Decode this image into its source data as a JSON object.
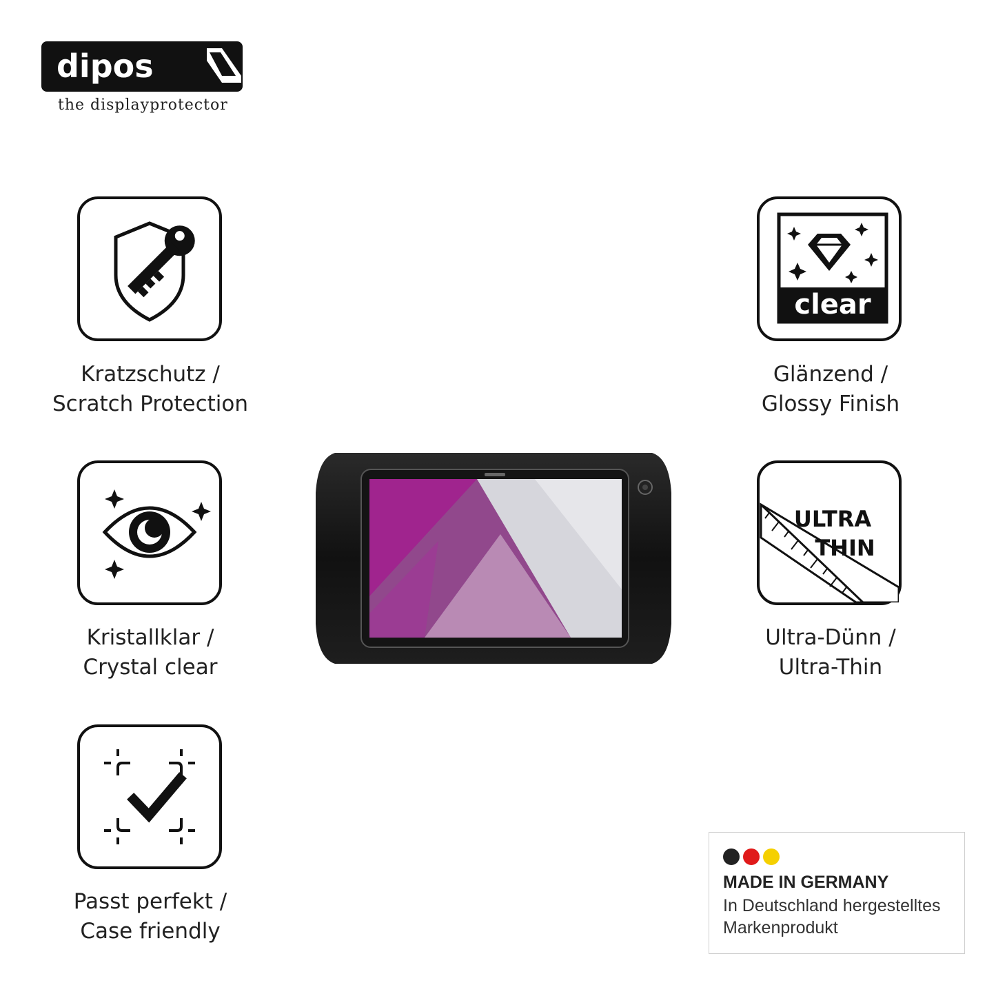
{
  "brand": {
    "name": "dipos",
    "tagline": "the displayprotector"
  },
  "features": [
    {
      "icon": "shield-key-icon",
      "line1": "Kratzschutz /",
      "line2": "Scratch Protection"
    },
    {
      "icon": "diamond-clear-icon",
      "icon_text": "clear",
      "line1": "Glänzend /",
      "line2": "Glossy Finish"
    },
    {
      "icon": "eye-sparkle-icon",
      "line1": "Kristallklar /",
      "line2": "Crystal clear"
    },
    {
      "icon": "ruler-ultra-thin-icon",
      "icon_text_1": "ULTRA",
      "icon_text_2": "THIN",
      "line1": "Ultra-Dünn /",
      "line2": "Ultra-Thin"
    },
    {
      "icon": "check-frame-icon",
      "line1": "Passt perfekt /",
      "line2": "Case friendly"
    }
  ],
  "badge": {
    "colors": [
      "#222222",
      "#e01a1a",
      "#f5d000"
    ],
    "title": "MADE IN GERMANY",
    "sub1": "In Deutschland hergestelltes",
    "sub2": "Markenprodukt"
  },
  "colors": {
    "icon_stroke": "#111111",
    "screen_magenta": "#a0248e"
  }
}
